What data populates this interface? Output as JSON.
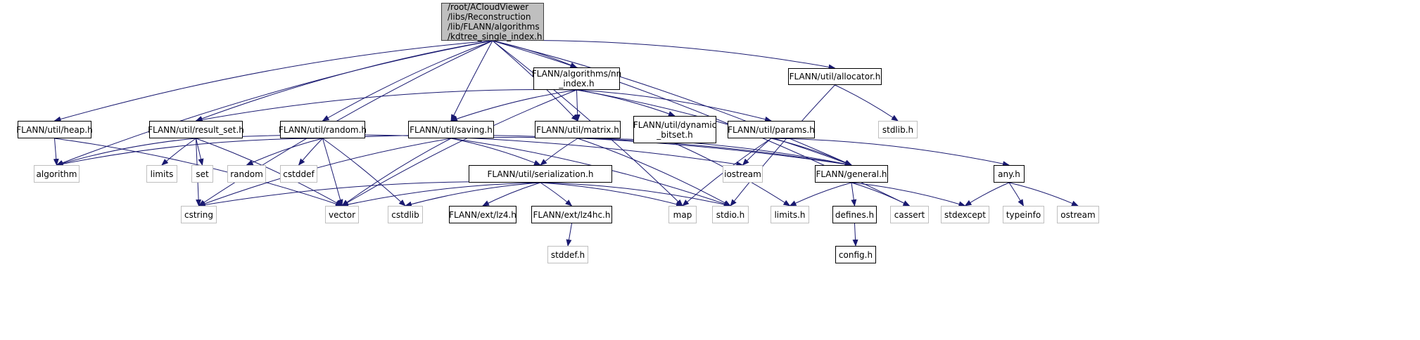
{
  "graph": {
    "edge_color": "#191970",
    "nodes": [
      {
        "id": "root",
        "label": [
          "/root/ACloudViewer",
          "/libs/Reconstruction",
          "/lib/FLANN/algorithms",
          "/kdtree_single_index.h"
        ],
        "kind": "focus"
      },
      {
        "id": "nn_index",
        "label": [
          "FLANN/algorithms/nn",
          "_index.h"
        ],
        "kind": "normal"
      },
      {
        "id": "allocator",
        "label": [
          "FLANN/util/allocator.h"
        ],
        "kind": "normal"
      },
      {
        "id": "heap",
        "label": [
          "FLANN/util/heap.h"
        ],
        "kind": "normal"
      },
      {
        "id": "result_set",
        "label": [
          "FLANN/util/result_set.h"
        ],
        "kind": "normal"
      },
      {
        "id": "random_h",
        "label": [
          "FLANN/util/random.h"
        ],
        "kind": "normal"
      },
      {
        "id": "saving",
        "label": [
          "FLANN/util/saving.h"
        ],
        "kind": "normal"
      },
      {
        "id": "matrix",
        "label": [
          "FLANN/util/matrix.h"
        ],
        "kind": "normal"
      },
      {
        "id": "dynamic_bitset",
        "label": [
          "FLANN/util/dynamic",
          "_bitset.h"
        ],
        "kind": "normal"
      },
      {
        "id": "params",
        "label": [
          "FLANN/util/params.h"
        ],
        "kind": "normal"
      },
      {
        "id": "stdlib_h",
        "label": [
          "stdlib.h"
        ],
        "kind": "system"
      },
      {
        "id": "algorithm",
        "label": [
          "algorithm"
        ],
        "kind": "system"
      },
      {
        "id": "limits",
        "label": [
          "limits"
        ],
        "kind": "system"
      },
      {
        "id": "set",
        "label": [
          "set"
        ],
        "kind": "system"
      },
      {
        "id": "random",
        "label": [
          "random"
        ],
        "kind": "system"
      },
      {
        "id": "cstddef",
        "label": [
          "cstddef"
        ],
        "kind": "system"
      },
      {
        "id": "serialization",
        "label": [
          "FLANN/util/serialization.h"
        ],
        "kind": "normal"
      },
      {
        "id": "iostream",
        "label": [
          "iostream"
        ],
        "kind": "system"
      },
      {
        "id": "general",
        "label": [
          "FLANN/general.h"
        ],
        "kind": "normal"
      },
      {
        "id": "any",
        "label": [
          "any.h"
        ],
        "kind": "normal"
      },
      {
        "id": "cstring",
        "label": [
          "cstring"
        ],
        "kind": "system"
      },
      {
        "id": "vector",
        "label": [
          "vector"
        ],
        "kind": "system"
      },
      {
        "id": "cstdlib",
        "label": [
          "cstdlib"
        ],
        "kind": "system"
      },
      {
        "id": "lz4",
        "label": [
          "FLANN/ext/lz4.h"
        ],
        "kind": "normal"
      },
      {
        "id": "lz4hc",
        "label": [
          "FLANN/ext/lz4hc.h"
        ],
        "kind": "normal"
      },
      {
        "id": "map",
        "label": [
          "map"
        ],
        "kind": "system"
      },
      {
        "id": "stdio",
        "label": [
          "stdio.h"
        ],
        "kind": "system"
      },
      {
        "id": "limits_h",
        "label": [
          "limits.h"
        ],
        "kind": "system"
      },
      {
        "id": "defines",
        "label": [
          "defines.h"
        ],
        "kind": "normal"
      },
      {
        "id": "cassert",
        "label": [
          "cassert"
        ],
        "kind": "system"
      },
      {
        "id": "stdexcept",
        "label": [
          "stdexcept"
        ],
        "kind": "system"
      },
      {
        "id": "typeinfo",
        "label": [
          "typeinfo"
        ],
        "kind": "system"
      },
      {
        "id": "ostream",
        "label": [
          "ostream"
        ],
        "kind": "system"
      },
      {
        "id": "stddef_h",
        "label": [
          "stddef.h"
        ],
        "kind": "system"
      },
      {
        "id": "config",
        "label": [
          "config.h"
        ],
        "kind": "normal"
      }
    ],
    "edges": [
      [
        "root",
        "heap"
      ],
      [
        "root",
        "result_set"
      ],
      [
        "root",
        "random_h"
      ],
      [
        "root",
        "saving"
      ],
      [
        "root",
        "nn_index"
      ],
      [
        "root",
        "matrix"
      ],
      [
        "root",
        "allocator"
      ],
      [
        "root",
        "general"
      ],
      [
        "root",
        "algorithm"
      ],
      [
        "root",
        "cstring"
      ],
      [
        "root",
        "cassert"
      ],
      [
        "root",
        "map"
      ],
      [
        "nn_index",
        "result_set"
      ],
      [
        "nn_index",
        "vector"
      ],
      [
        "nn_index",
        "saving"
      ],
      [
        "nn_index",
        "matrix"
      ],
      [
        "nn_index",
        "dynamic_bitset"
      ],
      [
        "nn_index",
        "params"
      ],
      [
        "nn_index",
        "general"
      ],
      [
        "allocator",
        "stdlib_h"
      ],
      [
        "allocator",
        "stdio"
      ],
      [
        "heap",
        "algorithm"
      ],
      [
        "heap",
        "vector"
      ],
      [
        "result_set",
        "algorithm"
      ],
      [
        "result_set",
        "limits"
      ],
      [
        "result_set",
        "set"
      ],
      [
        "result_set",
        "cstring"
      ],
      [
        "result_set",
        "vector"
      ],
      [
        "result_set",
        "iostream"
      ],
      [
        "random_h",
        "algorithm"
      ],
      [
        "random_h",
        "random"
      ],
      [
        "random_h",
        "cstddef"
      ],
      [
        "random_h",
        "vector"
      ],
      [
        "random_h",
        "cstdlib"
      ],
      [
        "random_h",
        "general"
      ],
      [
        "saving",
        "cstring"
      ],
      [
        "saving",
        "vector"
      ],
      [
        "saving",
        "serialization"
      ],
      [
        "saving",
        "general"
      ],
      [
        "saving",
        "stdio"
      ],
      [
        "matrix",
        "serialization"
      ],
      [
        "matrix",
        "general"
      ],
      [
        "matrix",
        "stdio"
      ],
      [
        "dynamic_bitset",
        "limits_h"
      ],
      [
        "params",
        "iostream"
      ],
      [
        "params",
        "map"
      ],
      [
        "params",
        "general"
      ],
      [
        "params",
        "any"
      ],
      [
        "serialization",
        "cstring"
      ],
      [
        "serialization",
        "vector"
      ],
      [
        "serialization",
        "cstdlib"
      ],
      [
        "serialization",
        "lz4"
      ],
      [
        "serialization",
        "lz4hc"
      ],
      [
        "serialization",
        "map"
      ],
      [
        "serialization",
        "stdio"
      ],
      [
        "lz4hc",
        "stddef_h"
      ],
      [
        "general",
        "limits_h"
      ],
      [
        "general",
        "defines"
      ],
      [
        "general",
        "cassert"
      ],
      [
        "general",
        "stdexcept"
      ],
      [
        "defines",
        "config"
      ],
      [
        "any",
        "stdexcept"
      ],
      [
        "any",
        "typeinfo"
      ],
      [
        "any",
        "ostream"
      ]
    ]
  }
}
